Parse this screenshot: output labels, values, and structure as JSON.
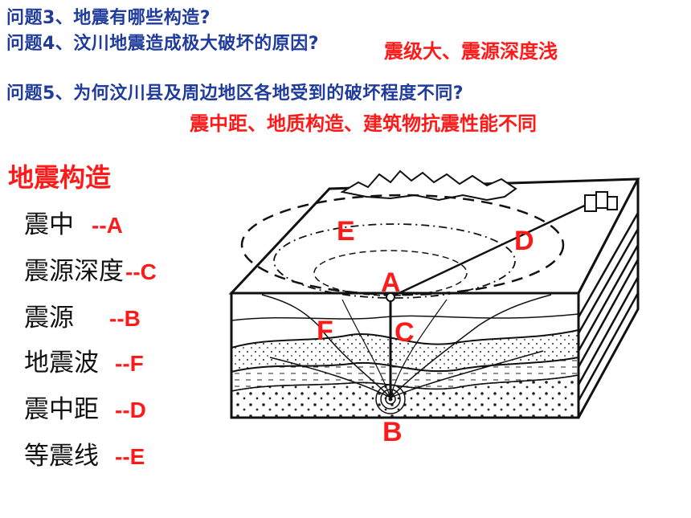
{
  "questions": [
    {
      "text": "问题3、地震有哪些构造?"
    },
    {
      "text": "问题4、汶川地震造成极大破坏的原因?"
    },
    {
      "text": "问题5、为何汶川县及周边地区各地受到的破坏程度不同?"
    }
  ],
  "answers": {
    "q4": "震级大、震源深度浅",
    "q5": "震中距、地质构造、建筑物抗震性能不同"
  },
  "section_title": "地震构造",
  "terms": [
    {
      "term": "震中",
      "code": "--A"
    },
    {
      "term": "震源深度",
      "code": "--C"
    },
    {
      "term": "震源",
      "code": "--B"
    },
    {
      "term": "地震波",
      "code": "--F"
    },
    {
      "term": "震中距",
      "code": "--D"
    },
    {
      "term": "等震线",
      "code": "--E"
    }
  ],
  "diagram": {
    "labels": {
      "A": "A",
      "B": "B",
      "C": "C",
      "D": "D",
      "E": "E",
      "F": "F"
    }
  },
  "colors": {
    "question": "#1f3b9c",
    "answer": "#ff1a1a",
    "term": "#111111"
  }
}
